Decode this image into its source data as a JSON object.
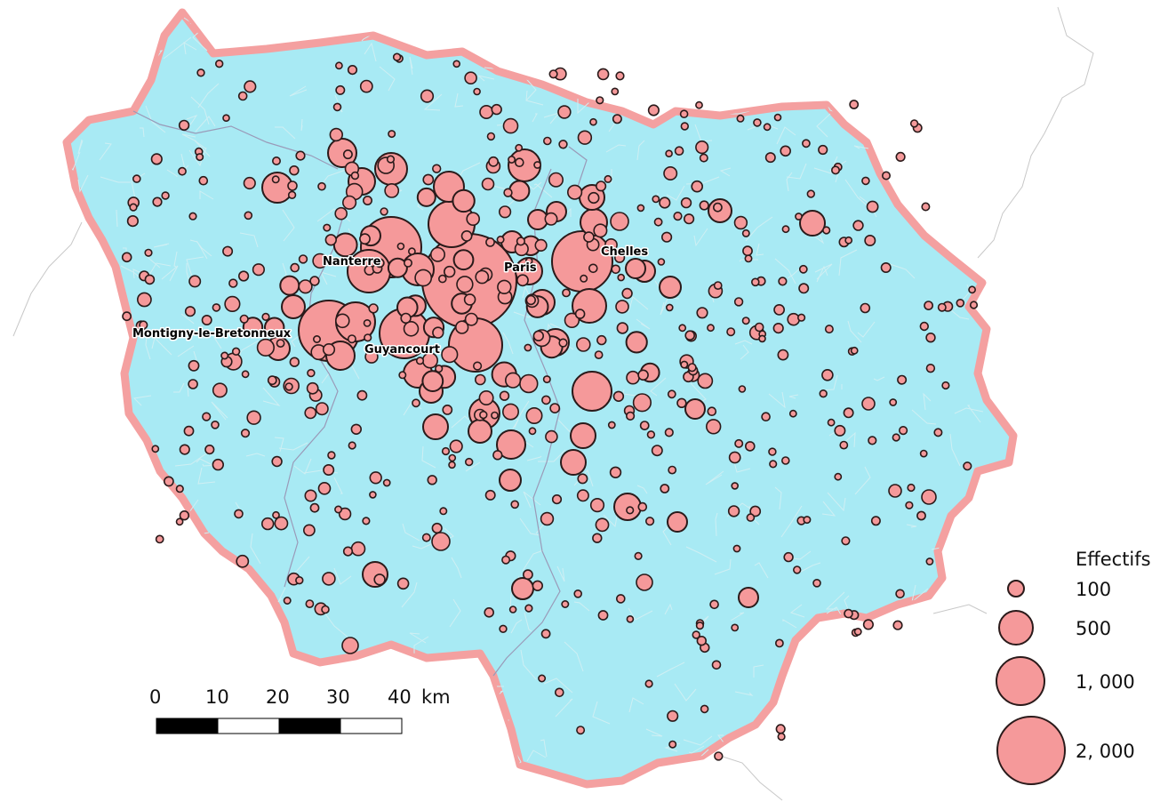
{
  "map": {
    "colors": {
      "region_fill": "#a8eaf4",
      "region_border": "#f4a0a0",
      "commune_lines": "#cfeff3",
      "department_lines": "#9a9ab8",
      "circle_fill": "#f5999a",
      "circle_stroke": "#2a1a1a",
      "outside_lines": "#c8c8c8"
    },
    "cities": [
      {
        "name": "Paris"
      },
      {
        "name": "Nanterre"
      },
      {
        "name": "Chelles"
      },
      {
        "name": "Montigny-le-Bretonneux"
      },
      {
        "name": "Guyancourt"
      }
    ]
  },
  "legend": {
    "title": "Effectifs",
    "entries": [
      {
        "label": "100",
        "value": 100
      },
      {
        "label": "500",
        "value": 500
      },
      {
        "label": "1, 000",
        "value": 1000
      },
      {
        "label": "2, 000",
        "value": 2000
      }
    ]
  },
  "scale_bar": {
    "ticks": [
      "0",
      "10",
      "20",
      "30",
      "40"
    ],
    "unit": "km"
  }
}
